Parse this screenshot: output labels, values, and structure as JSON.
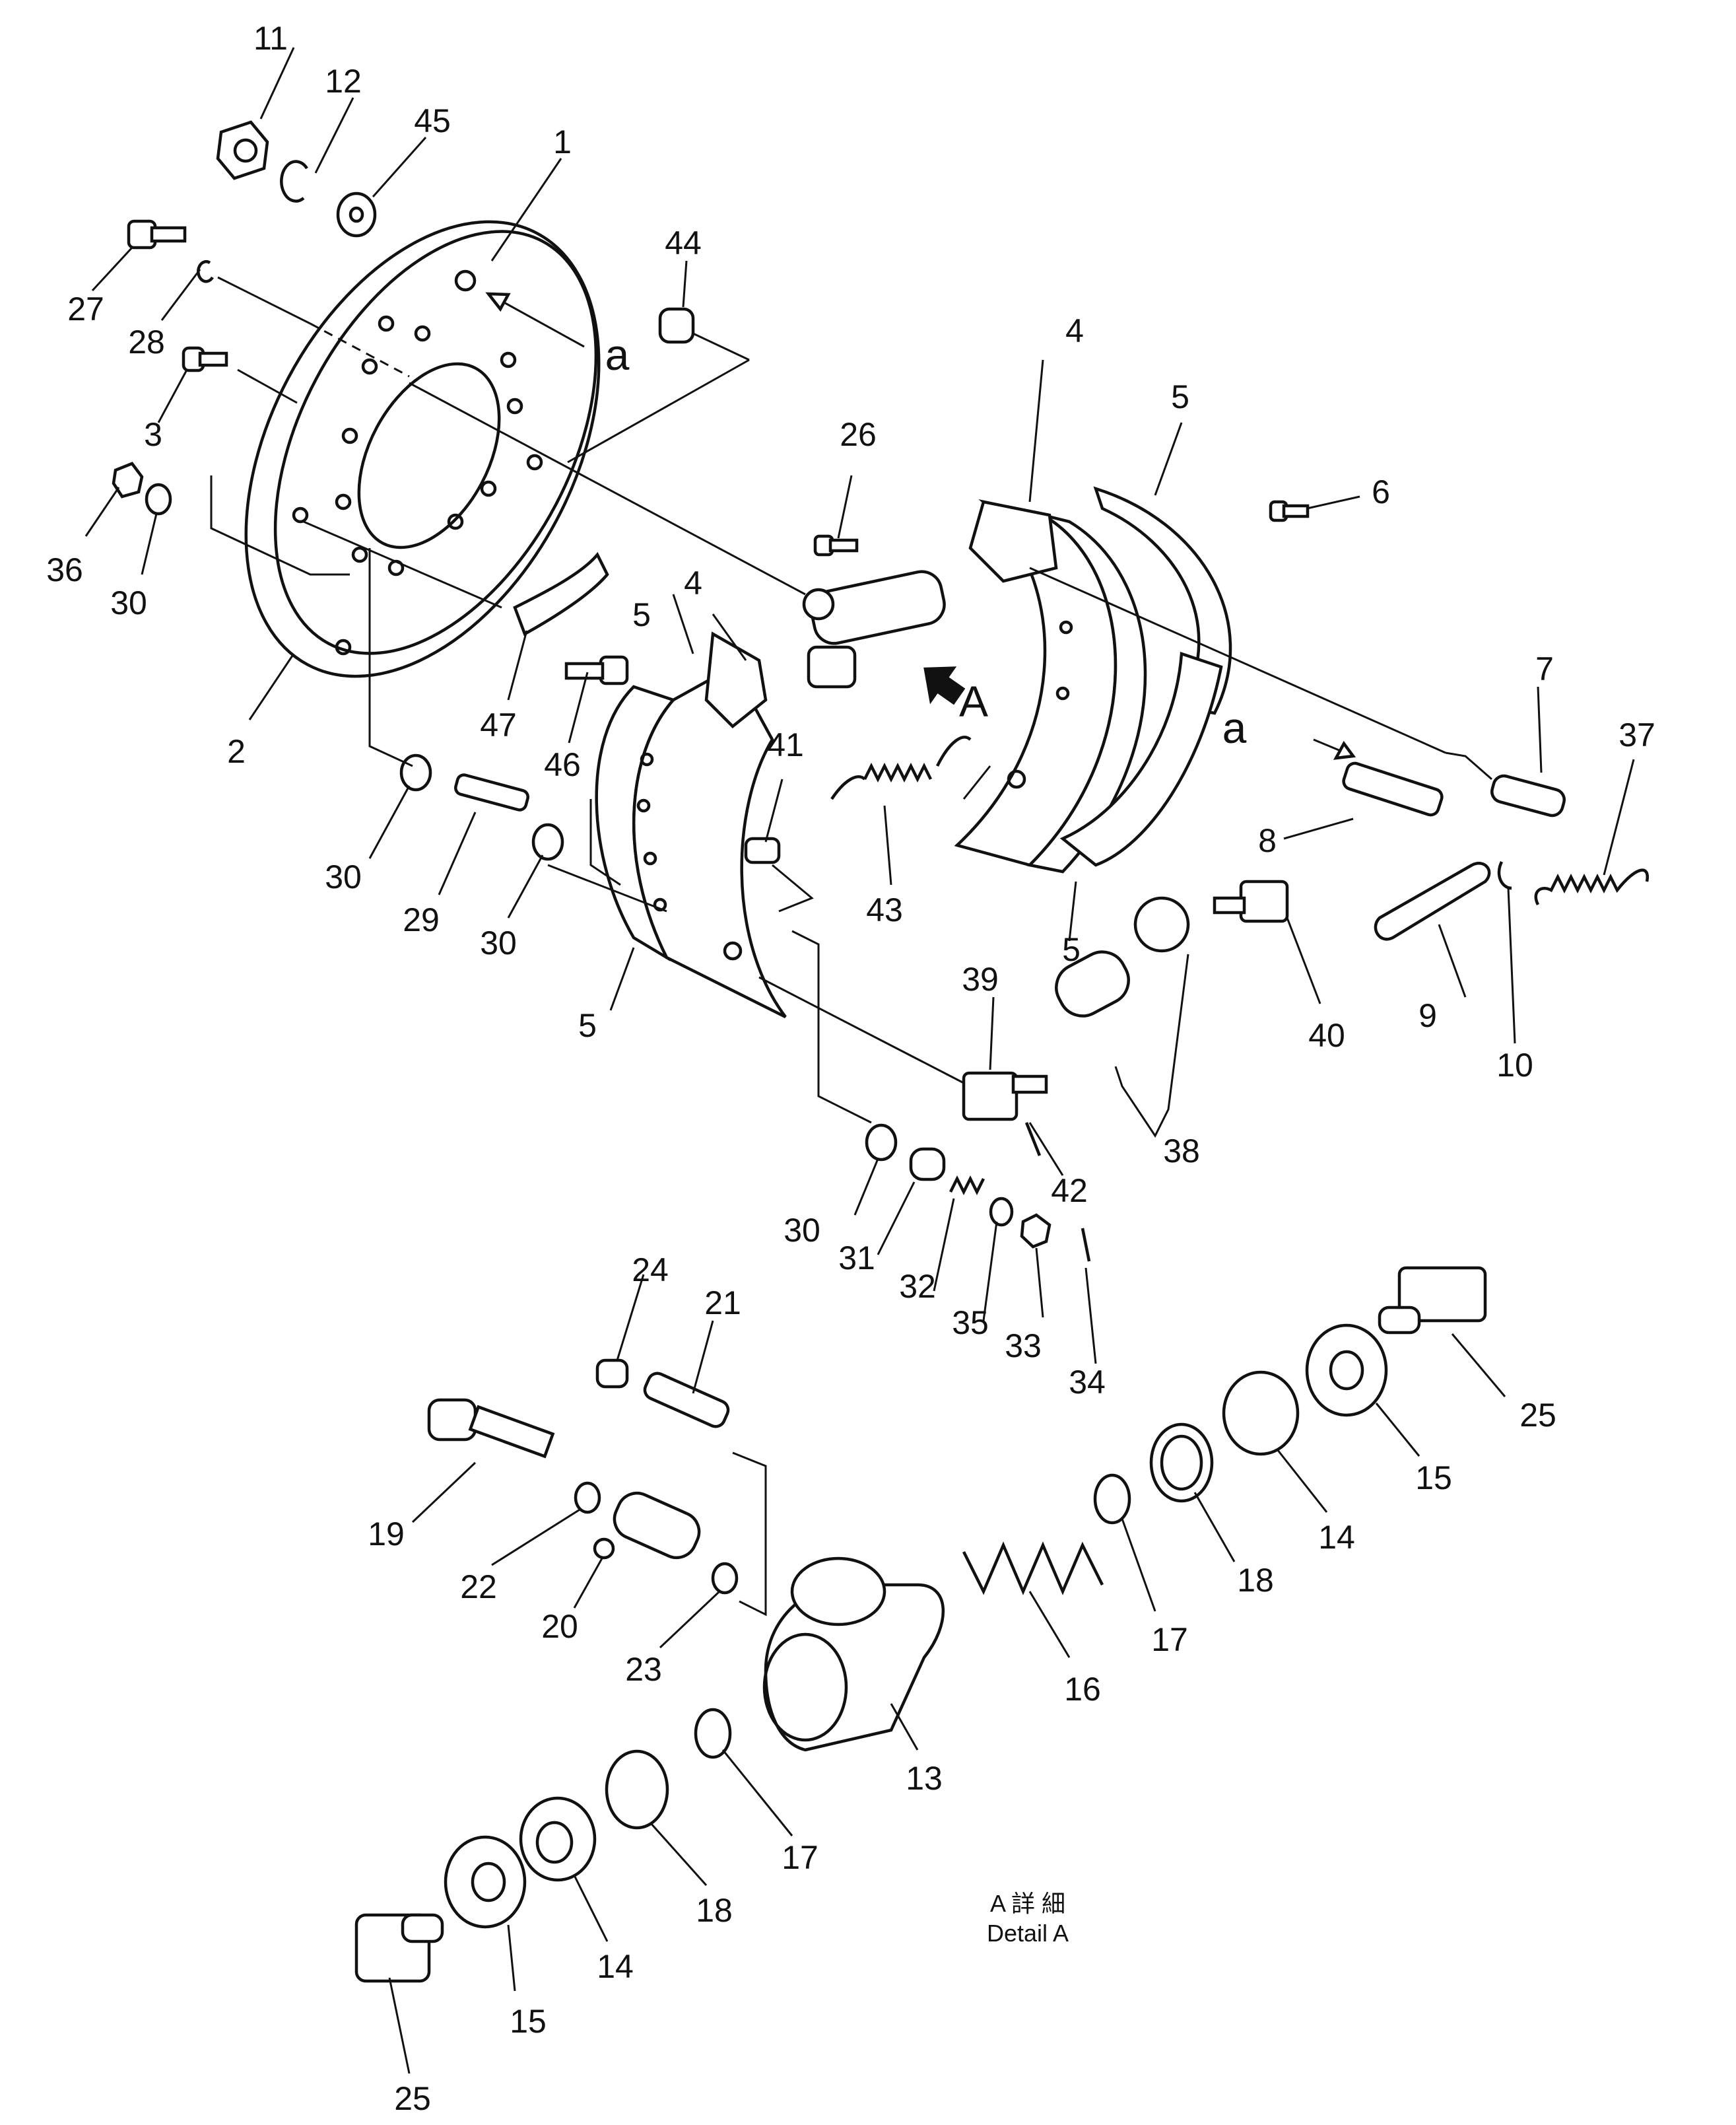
{
  "callouts": {
    "c1": "1",
    "c2": "2",
    "c3": "3",
    "c4a": "4",
    "c4b": "4",
    "c5a": "5",
    "c5b": "5",
    "c5c": "5",
    "c5d": "5",
    "c6": "6",
    "c7": "7",
    "c8": "8",
    "c9": "9",
    "c10": "10",
    "c11": "11",
    "c12": "12",
    "c13": "13",
    "c14a": "14",
    "c14b": "14",
    "c15a": "15",
    "c15b": "15",
    "c16": "16",
    "c17a": "17",
    "c17b": "17",
    "c18a": "18",
    "c18b": "18",
    "c19": "19",
    "c20": "20",
    "c21": "21",
    "c22": "22",
    "c23": "23",
    "c24": "24",
    "c25a": "25",
    "c25b": "25",
    "c26": "26",
    "c27": "27",
    "c28": "28",
    "c29": "29",
    "c30a": "30",
    "c30b": "30",
    "c30c": "30",
    "c30d": "30",
    "c31": "31",
    "c32": "32",
    "c33": "33",
    "c34": "34",
    "c35": "35",
    "c36": "36",
    "c37": "37",
    "c38": "38",
    "c39": "39",
    "c40": "40",
    "c41": "41",
    "c42": "42",
    "c43": "43",
    "c44": "44",
    "c45": "45",
    "c46": "46",
    "c47": "47"
  },
  "markers": {
    "a_upper": "a",
    "a_lower": "a",
    "detail_arrow": "A"
  },
  "caption": {
    "line1": "A 詳 細",
    "line2": "Detail A"
  }
}
